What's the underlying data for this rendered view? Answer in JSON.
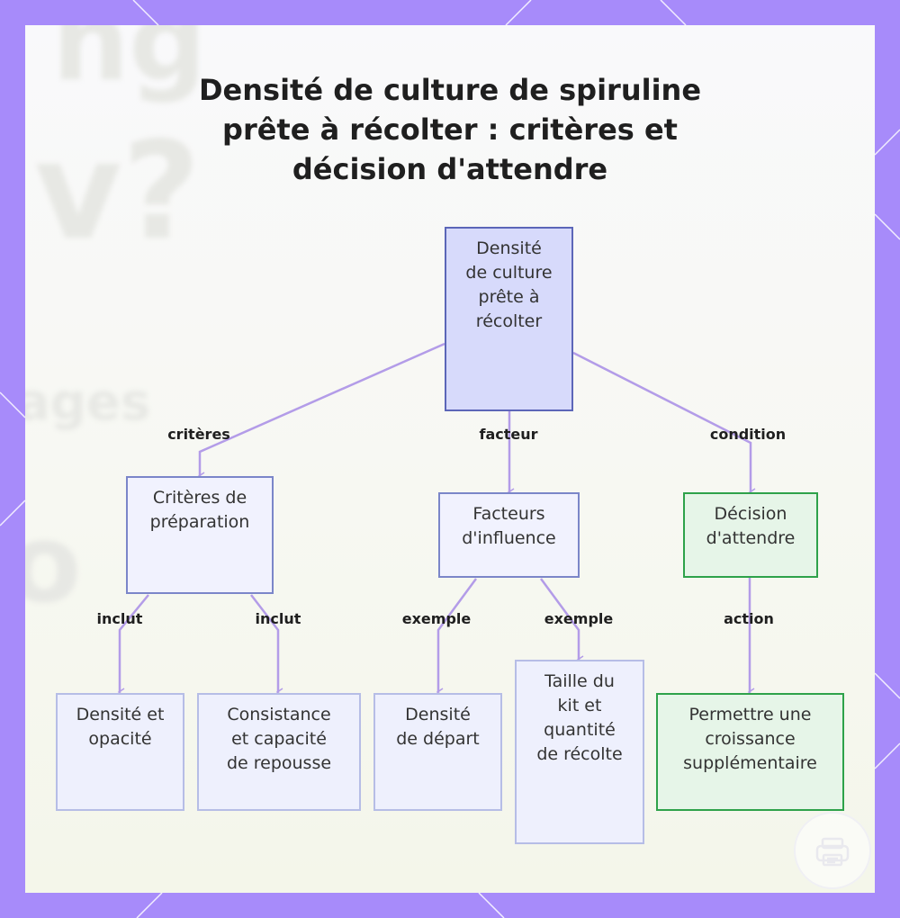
{
  "title": "Densité de culture de spiruline\nprête à récolter : critères et\ndécision d'attendre",
  "theme": {
    "frame_color": "#a78bfa",
    "edge_color": "#b39ce8",
    "node_fill": "#e9ebfc",
    "node_border": "#7b86c9",
    "green_fill": "#e6f5e8",
    "green_border": "#2ea24a"
  },
  "nodes": {
    "root": "Densité\nde culture\nprête à\nrécolter",
    "criteria": "Critères de\npréparation",
    "factors": "Facteurs\nd'influence",
    "decision": "Décision\nd'attendre",
    "density_opacity": "Densité et\nopacité",
    "consistency": "Consistance\net capacité\nde repousse",
    "start_density": "Densité\nde départ",
    "kit_size": "Taille du\nkit et\nquantité\nde récolte",
    "growth": "Permettre une\ncroissance\nsupplémentaire"
  },
  "edge_labels": {
    "criteria": "critères",
    "factor": "facteur",
    "condition": "condition",
    "includes_1": "inclut",
    "includes_2": "inclut",
    "example_1": "exemple",
    "example_2": "exemple",
    "action": "action"
  },
  "logo_icon": "printer-logo-icon"
}
